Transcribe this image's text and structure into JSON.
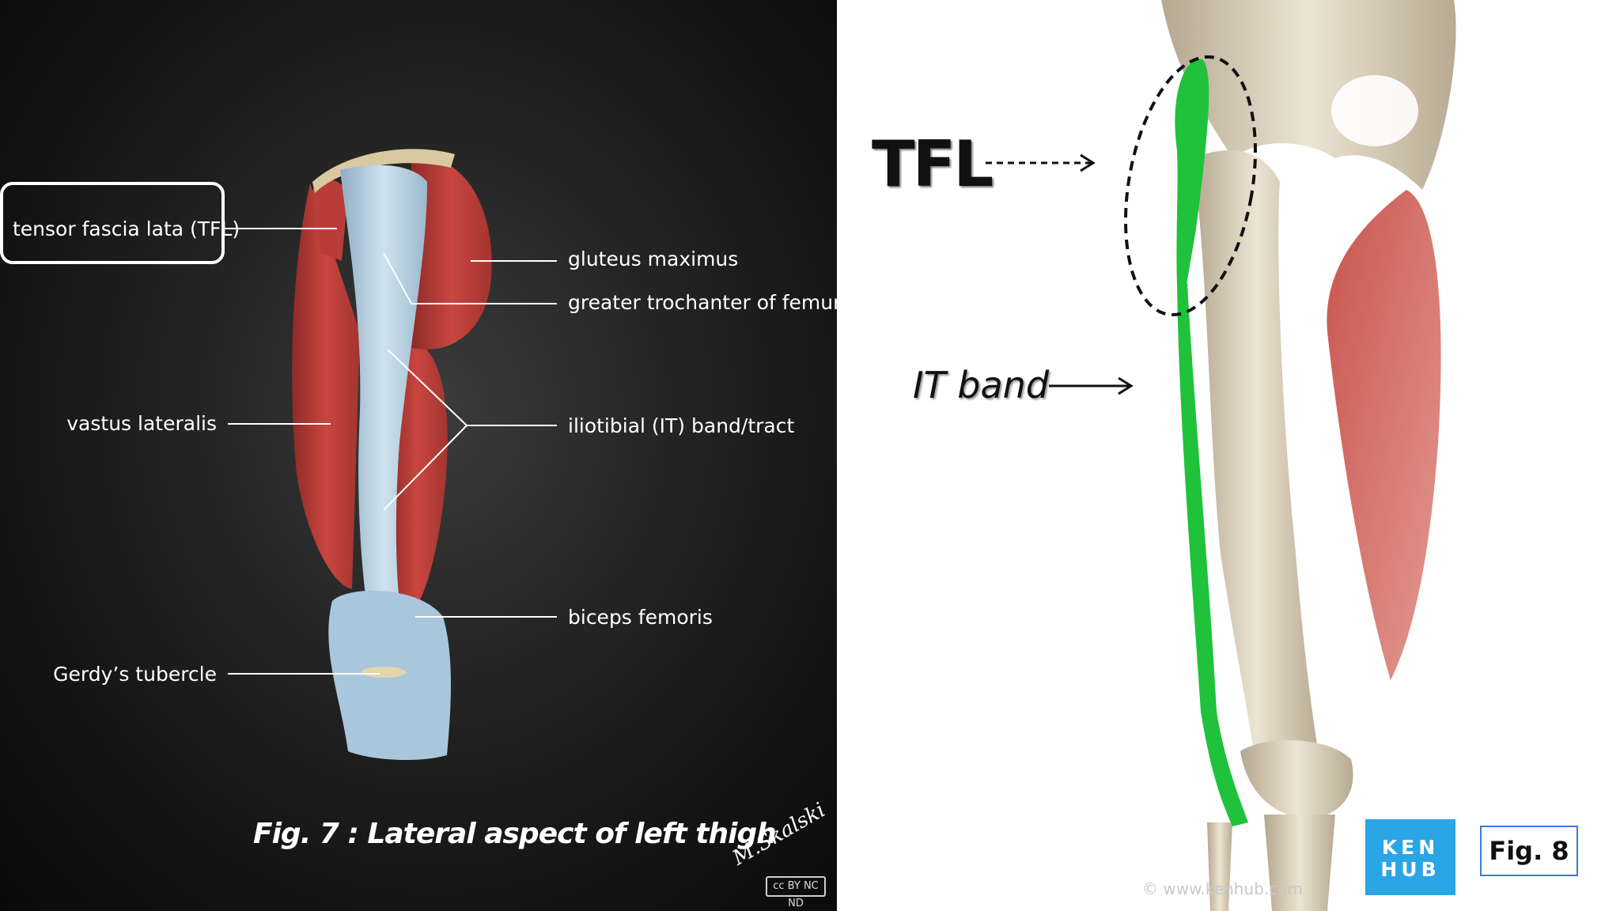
{
  "left_figure": {
    "labels": {
      "tfl": "tensor fascia lata (TFL)",
      "gluteus_maximus": "gluteus maximus",
      "greater_trochanter": "greater trochanter of femur",
      "vastus_lateralis": "vastus lateralis",
      "it_band": "iliotibial (IT) band/tract",
      "biceps_femoris": "biceps femoris",
      "gerdys_tubercle": "Gerdy’s tubercle"
    },
    "caption": "Fig. 7 : Lateral aspect of left thigh",
    "signature": "M.Skalski",
    "license_badge": "cc BY NC ND",
    "colors": {
      "background": "#1a1a1a",
      "muscle": "#c0413f",
      "fascia": "#b8d4e6"
    }
  },
  "right_figure": {
    "labels": {
      "tfl": "TFL",
      "it_band": "IT band"
    },
    "watermark": "© www.kenhub.com",
    "logo": {
      "line1": "KEN",
      "line2": "HUB"
    },
    "caption": "Fig. 8",
    "colors": {
      "highlight": "#1fc23a",
      "logo_bg": "#2aa5e6",
      "caption_border": "#3a7bd5"
    }
  }
}
